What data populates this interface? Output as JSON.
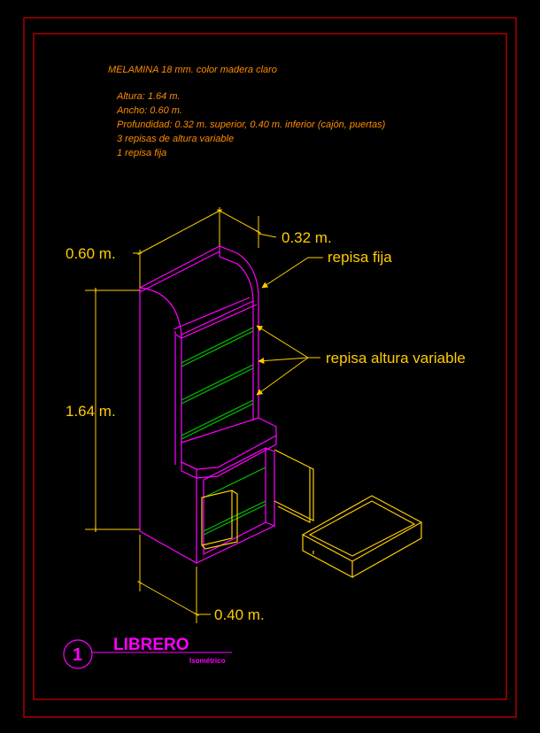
{
  "colors": {
    "background": "#000000",
    "frame": "#ff0000",
    "notes": "#ff8c00",
    "dimensions": "#ffcc00",
    "outline_magenta": "#ff00ff",
    "shelf_green": "#00c000",
    "drawer_yellow": "#ffcc00"
  },
  "notes": {
    "material": "MELAMINA 18 mm. color madera claro",
    "height": "Altura:  1.64 m.",
    "width": "Ancho: 0.60 m.",
    "depth": "Profundidad: 0.32 m. superior, 0.40 m. inferior (cajón, puertas)",
    "shelves_variable": "3 repisas de altura variable",
    "shelf_fixed": "1 repisa fija"
  },
  "dimensions": {
    "width": "0.60 m.",
    "depth_top": "0.32 m.",
    "height": "1.64 m.",
    "depth_bottom": "0.40 m."
  },
  "labels": {
    "fixed_shelf": "repisa fija",
    "variable_shelf": "repisa altura variable"
  },
  "title_block": {
    "number": "1",
    "title": "LIBRERO",
    "subtitle": "Isométrico"
  }
}
